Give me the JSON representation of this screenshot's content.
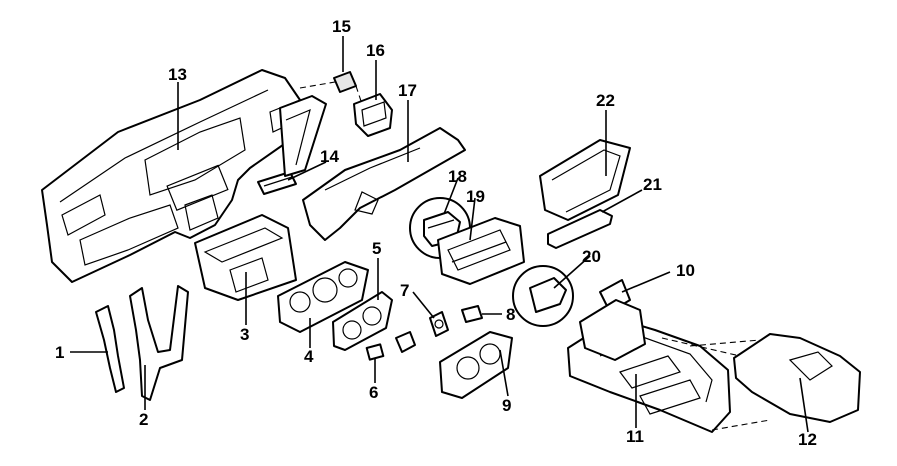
{
  "callouts": [
    "1",
    "2",
    "3",
    "4",
    "5",
    "6",
    "7",
    "8",
    "9",
    "10",
    "11",
    "12",
    "13",
    "14",
    "15",
    "16",
    "17",
    "18",
    "19",
    "20",
    "21",
    "22"
  ],
  "colors": {
    "line": "#000000",
    "fill": "#e6e6e6",
    "background": "#ffffff"
  }
}
